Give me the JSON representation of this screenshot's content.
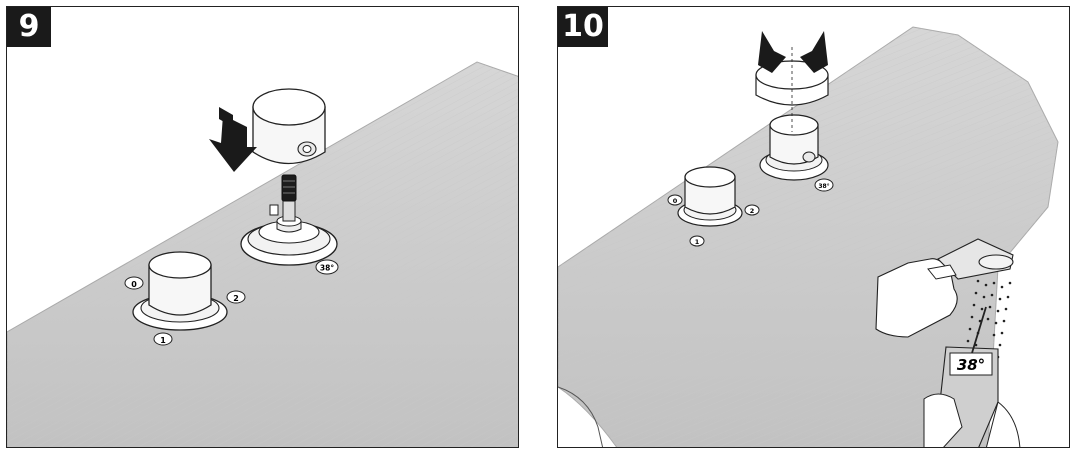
{
  "steps": [
    {
      "number": "9",
      "valve_labels": {
        "left": "0",
        "right": "2",
        "bottom": "1"
      },
      "temp_label": "38°"
    },
    {
      "number": "10",
      "valve_labels": {
        "left": "0",
        "right": "2",
        "bottom": "1"
      },
      "temp_label": "38°",
      "thermometer_reading": "38°"
    }
  ],
  "colors": {
    "surface": "#d0d0d0",
    "surface_shade": "#bdbdbd",
    "outline": "#222222",
    "badge_bg": "#1a1a1a",
    "badge_text": "#ffffff"
  }
}
